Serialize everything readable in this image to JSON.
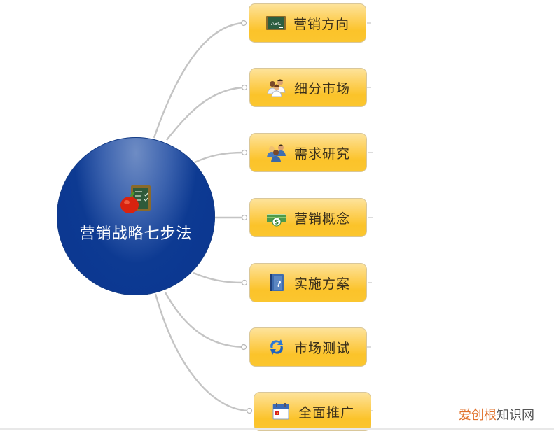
{
  "mindmap": {
    "central": {
      "title": "营销战略七步法",
      "icon": "apple-chalkboard-icon",
      "fill": "#0d3a92"
    },
    "branches": [
      {
        "label": "营销方向",
        "icon": "abc-chalkboard-icon"
      },
      {
        "label": "细分市场",
        "icon": "people-group-icon"
      },
      {
        "label": "需求研究",
        "icon": "team-icon"
      },
      {
        "label": "营销概念",
        "icon": "money-icon"
      },
      {
        "label": "实施方案",
        "icon": "help-book-icon"
      },
      {
        "label": "市场测试",
        "icon": "refresh-icon"
      },
      {
        "label": "全面推广",
        "icon": "calendar-icon"
      }
    ],
    "colors": {
      "node_fill": "#fbc62f",
      "node_border": "#d9c79a",
      "connector": "#c4c4c4",
      "center": "#0d3a92"
    }
  },
  "watermark": {
    "part1": "爱创根",
    "part2": "知识网"
  }
}
